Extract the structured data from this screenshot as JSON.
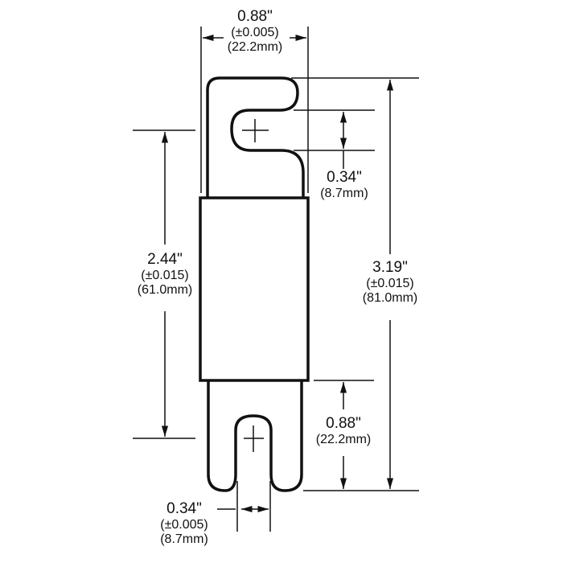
{
  "drawing": {
    "title": "Fuse dimension drawing",
    "stroke_color": "#111111",
    "background": "#ffffff"
  },
  "dimensions": {
    "top_width": {
      "value": "0.88\"",
      "tolerance": "(±0.005)",
      "metric": "(22.2mm)"
    },
    "top_slot": {
      "value": "0.34\"",
      "metric": "(8.7mm)"
    },
    "body_length": {
      "value": "2.44\"",
      "tolerance": "(±0.015)",
      "metric": "(61.0mm)"
    },
    "overall_length": {
      "value": "3.19\"",
      "tolerance": "(±0.015)",
      "metric": "(81.0mm)"
    },
    "bottom_terminal": {
      "value": "0.88\"",
      "metric": "(22.2mm)"
    },
    "bottom_slot": {
      "value": "0.34\"",
      "tolerance": "(±0.005)",
      "metric": "(8.7mm)"
    }
  }
}
